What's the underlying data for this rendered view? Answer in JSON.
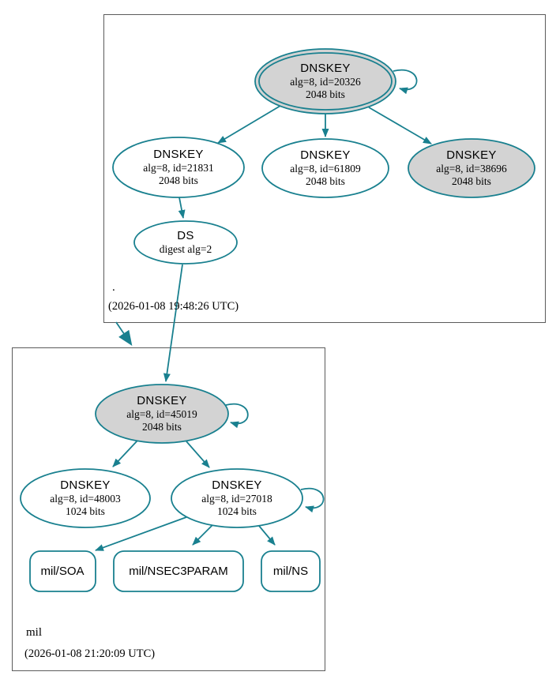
{
  "colors": {
    "edge_teal": "#19808f",
    "key_gray_fill": "#d3d3d3",
    "node_white_fill": "#ffffff",
    "cluster_border_gray": "#5b5b5b",
    "text": "#000000"
  },
  "root_zone": {
    "label": ".",
    "timestamp": "(2026-01-08 19:48:26 UTC)",
    "ksk_20326": {
      "title": "DNSKEY",
      "algo": "alg=8, id=20326",
      "bits": "2048 bits"
    },
    "zsk_21831": {
      "title": "DNSKEY",
      "algo": "alg=8, id=21831",
      "bits": "2048 bits"
    },
    "zsk_61809": {
      "title": "DNSKEY",
      "algo": "alg=8, id=61809",
      "bits": "2048 bits"
    },
    "zsk_38696": {
      "title": "DNSKEY",
      "algo": "alg=8, id=38696",
      "bits": "2048 bits"
    },
    "ds": {
      "title": "DS",
      "digest": "digest alg=2"
    }
  },
  "mil_zone": {
    "label": "mil",
    "timestamp": "(2026-01-08 21:20:09 UTC)",
    "ksk_45019": {
      "title": "DNSKEY",
      "algo": "alg=8, id=45019",
      "bits": "2048 bits"
    },
    "zsk_48003": {
      "title": "DNSKEY",
      "algo": "alg=8, id=48003",
      "bits": "1024 bits"
    },
    "zsk_27018": {
      "title": "DNSKEY",
      "algo": "alg=8, id=27018",
      "bits": "1024 bits"
    },
    "rrsets": {
      "soa": "mil/SOA",
      "nsec3param": "mil/NSEC3PARAM",
      "ns": "mil/NS"
    }
  }
}
